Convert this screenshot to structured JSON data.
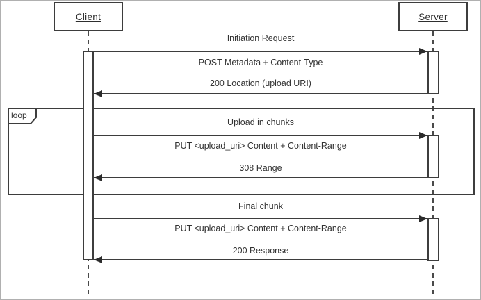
{
  "diagram_type": "sequence-diagram",
  "actors": [
    {
      "label": "Client"
    },
    {
      "label": "Server"
    }
  ],
  "loop": {
    "operator": "loop"
  },
  "sections": [
    {
      "title": "Initiation Request",
      "request": "POST Metadata + Content-Type",
      "response": "200 Location (upload URI)"
    },
    {
      "title": "Upload in chunks",
      "request": "PUT <upload_uri> Content + Content-Range",
      "response": "308 Range"
    },
    {
      "title": "Final chunk",
      "request": "PUT <upload_uri> Content + Content-Range",
      "response": "200 Response"
    }
  ],
  "colors": {
    "line": "#3d3d3d",
    "text": "#333333",
    "canvas_border": "#b0b0b0",
    "background": "#ffffff"
  }
}
